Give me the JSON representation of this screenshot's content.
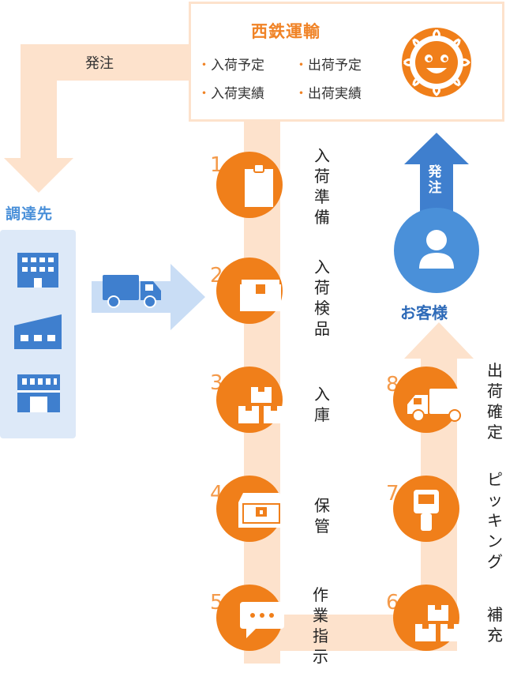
{
  "company": {
    "name": "西鉄運輸",
    "features": [
      "入荷予定",
      "出荷予定",
      "入荷実績",
      "出荷実績"
    ]
  },
  "order_to_supplier": "発注",
  "supplier": {
    "label": "調達先"
  },
  "customer": {
    "label": "お客様",
    "order_label": "発注"
  },
  "inbound_steps": [
    {
      "num": "1",
      "label": "入荷準備",
      "icon": "clipboard-icon"
    },
    {
      "num": "2",
      "label": "入荷検品",
      "icon": "box-icon"
    },
    {
      "num": "3",
      "label": "入庫",
      "icon": "stacked-boxes-icon"
    },
    {
      "num": "4",
      "label": "保管",
      "icon": "storage-box-icon"
    },
    {
      "num": "5",
      "label": "作業指示",
      "icon": "chat-bubble-icon"
    }
  ],
  "outbound_steps": [
    {
      "num": "6",
      "label": "補充",
      "icon": "stacked-boxes-icon"
    },
    {
      "num": "7",
      "label": "ピッキング",
      "icon": "handheld-scanner-icon"
    },
    {
      "num": "8",
      "label": "出荷確定",
      "icon": "truck-icon"
    }
  ],
  "colors": {
    "orange": "#f07f1a",
    "band": "#fde2cc",
    "blue": "#4a90d9",
    "light_blue": "#dde9f8"
  }
}
